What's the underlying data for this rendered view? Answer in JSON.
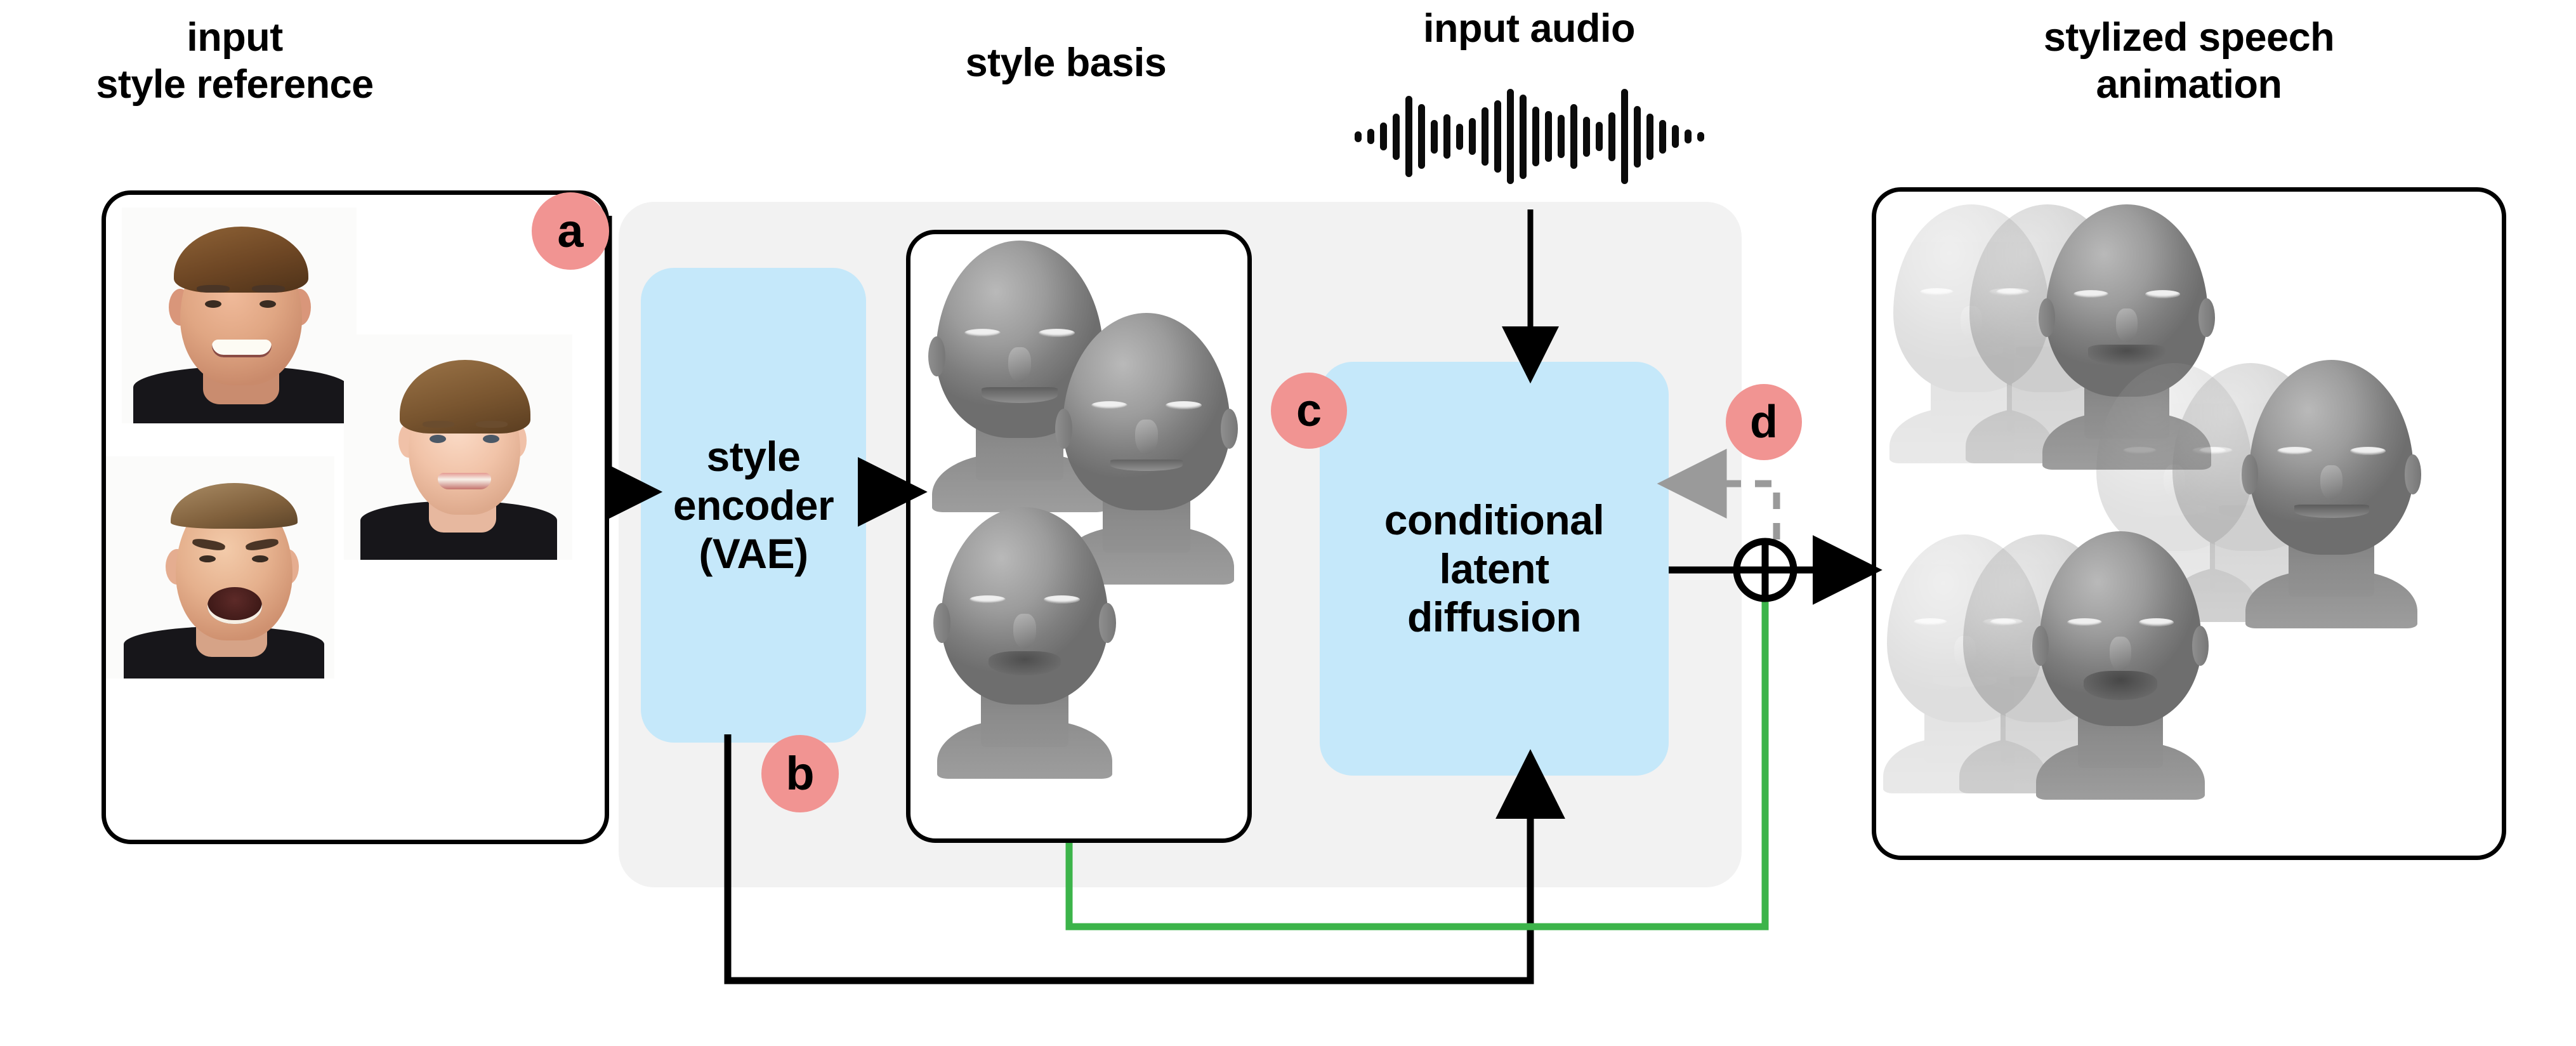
{
  "figure": {
    "title": "stylized speech animation pipeline",
    "colors": {
      "badge_pink": "#f19492",
      "module_blue": "#c5e8fa",
      "panel_gray": "#f2f2f2",
      "flow_black": "#000000",
      "flow_green": "#3cb44a",
      "flow_gray_dashed": "#9a9a9a"
    }
  },
  "captions": {
    "input_style_reference": "input\nstyle reference",
    "style_basis": "style basis",
    "input_audio": "input audio",
    "stylized_speech_animation": "stylized speech\nanimation"
  },
  "modules": {
    "style_encoder": "style\nencoder\n(VAE)",
    "latent_diffusion": "conditional\nlatent\ndiffusion"
  },
  "badges": [
    {
      "id": "a",
      "label": "a"
    },
    {
      "id": "b",
      "label": "b"
    },
    {
      "id": "c",
      "label": "c"
    },
    {
      "id": "d",
      "label": "d"
    }
  ],
  "operators": {
    "sum": "⊕"
  },
  "style_reference_photos": [
    {
      "id": "photo-smiling-man",
      "expression": "smiling man"
    },
    {
      "id": "photo-smiling-woman",
      "expression": "smiling woman"
    },
    {
      "id": "photo-shouting-man",
      "expression": "shouting man"
    }
  ],
  "style_basis_meshes": [
    {
      "id": "mesh-basis-1",
      "expression": "smile"
    },
    {
      "id": "mesh-basis-2",
      "expression": "smirk"
    },
    {
      "id": "mesh-basis-3",
      "expression": "open mouth"
    }
  ],
  "animation_meshes": [
    {
      "id": "mesh-anim-row1",
      "expression": "open smile"
    },
    {
      "id": "mesh-anim-row2",
      "expression": "closed smile"
    },
    {
      "id": "mesh-anim-row3",
      "expression": "wide open mouth"
    }
  ],
  "audio_waveform": {
    "bars": [
      7,
      10,
      18,
      30,
      53,
      42,
      22,
      29,
      17,
      24,
      38,
      47,
      62,
      55,
      39,
      33,
      28,
      42,
      26,
      19,
      32,
      62,
      40,
      30,
      22,
      15,
      9,
      6
    ]
  },
  "flows": [
    {
      "id": "reference-to-encoder",
      "style": "solid-black"
    },
    {
      "id": "encoder-to-basis",
      "style": "solid-black"
    },
    {
      "id": "audio-to-diffusion",
      "style": "solid-black"
    },
    {
      "id": "encoder-to-diffusion",
      "style": "solid-black"
    },
    {
      "id": "basis-to-sum",
      "style": "solid-green"
    },
    {
      "id": "diffusion-to-sum",
      "style": "solid-black"
    },
    {
      "id": "sum-to-output",
      "style": "solid-black"
    },
    {
      "id": "output-feedback-to-diffusion",
      "style": "dashed-gray"
    }
  ]
}
